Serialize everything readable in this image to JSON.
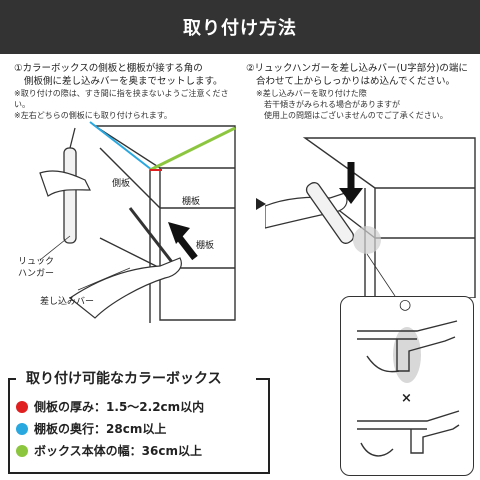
{
  "header": {
    "title": "取り付け方法"
  },
  "step1": {
    "line1": "①カラーボックスの側板と棚板が接する角の",
    "line2": "側板側に差し込みバーを奥までセットします。",
    "note1": "※取り付けの際は、すき間に指を挟まないようご注意ください。",
    "note2": "※左右どちらの側板にも取り付けられます。"
  },
  "step2": {
    "line1": "②リュックハンガーを差し込みバー(U字部分)の端に",
    "line2": "合わせて上からしっかりはめ込んでください。",
    "note1": "※差し込みバーを取り付けた際",
    "note2": "若干傾きがみられる場合がありますが",
    "note3": "使用上の問題はございませんのでご了承ください。"
  },
  "labels": {
    "side_board": "側板",
    "shelf_top": "棚板",
    "shelf_mid": "棚板",
    "hanger_line1": "リュック",
    "hanger_line2": "ハンガー",
    "insert_bar": "差し込みバー",
    "ok_mark": "○",
    "ng_mark": "×"
  },
  "compat": {
    "title": "取り付け可能なカラーボックス",
    "specs": [
      {
        "label": "側板の厚み",
        "value": "1.5〜2.2cm以内",
        "color": "#e02020"
      },
      {
        "label": "棚板の奥行",
        "value": "28cm以上",
        "color": "#29a8e0"
      },
      {
        "label": "ボックス本体の幅",
        "value": "36cm以上",
        "color": "#8cc63f"
      }
    ]
  },
  "colors": {
    "header_bg": "#333333",
    "red": "#e02020",
    "blue": "#29a8e0",
    "green": "#8cc63f"
  }
}
